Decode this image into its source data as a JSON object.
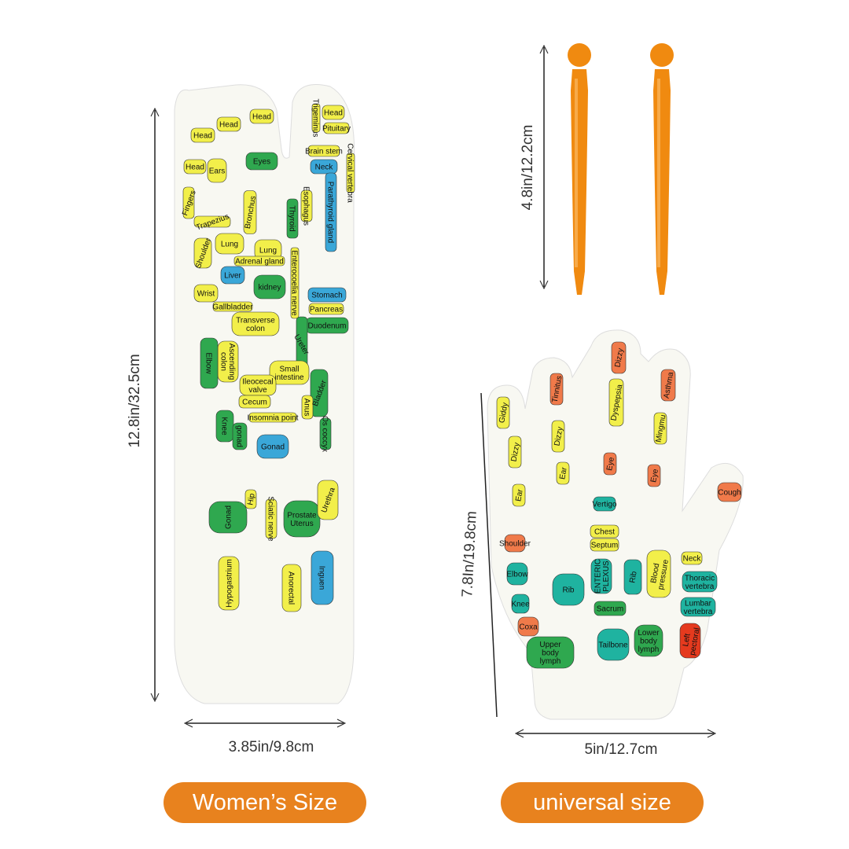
{
  "colors": {
    "accent": "#e8821e",
    "stick": "#f08a10",
    "green": "#2fa84f",
    "yellow": "#f2ef4a",
    "blue": "#3aa7d8",
    "teal": "#1fb3a0",
    "orange": "#f07a4a",
    "red": "#e53a1e"
  },
  "dimensions": {
    "sock_length": "12.8in/32.5cm",
    "sock_width": "3.85in/9.8cm",
    "stick_length": "4.8in/12.2cm",
    "glove_length": "7.8In/19.8cm",
    "glove_width": "5in/12.7cm"
  },
  "labels": {
    "sock_size": "Women’s Size",
    "glove_size": "universal size"
  },
  "sock_zones": [
    "Head",
    "Head",
    "Head",
    "Head",
    "Head",
    "Ears",
    "Eyes",
    "Fingers",
    "Trapezius",
    "Bronchus",
    "Lung",
    "Lung",
    "Shoulder",
    "Thyroid",
    "Esophagus",
    "Neck",
    "Brain stem",
    "Pituitary",
    "Parathyroid gland",
    "Adrenal gland",
    "Liver",
    "Wrist",
    "Gallbladder",
    "kidney",
    "Stomach",
    "Pancreas",
    "Duodenum",
    "Transverse colon",
    "Ascending colon",
    "Ureter",
    "Small intestine",
    "Ileocecal valve",
    "Cecum",
    "Elbow",
    "Knee",
    "gonad",
    "Insomnia point",
    "Gonad",
    "Bladder",
    "Anus",
    "Os coccyx",
    "Gonad",
    "Hip",
    "Sciatic nerve",
    "Prostate Uterus",
    "Urethra",
    "Hypogastrium",
    "Anorectal",
    "Inguen",
    "Trigeminus",
    "Cervical vertebra",
    "Enterocoelia nerve"
  ],
  "glove_zones": [
    "Giddy",
    "Dizzy",
    "Tinnitus",
    "Dizzy",
    "Dizzy",
    "Dyspepsia",
    "Asthma",
    "Mingmu",
    "Ear",
    "Ear",
    "Eye",
    "Eye",
    "Cough",
    "Vertigo",
    "Chest",
    "Septum",
    "Shoulder",
    "Elbow",
    "Knee",
    "Coxa",
    "Rib",
    "ENTERIC PLEXUS",
    "Rib",
    "Sacrum",
    "Blood pressure",
    "Neck",
    "Thoracic vertebra",
    "Lumbar vertebra",
    "Left pectoral",
    "Upper body lymph",
    "Tailbone",
    "Lower body lymph"
  ]
}
